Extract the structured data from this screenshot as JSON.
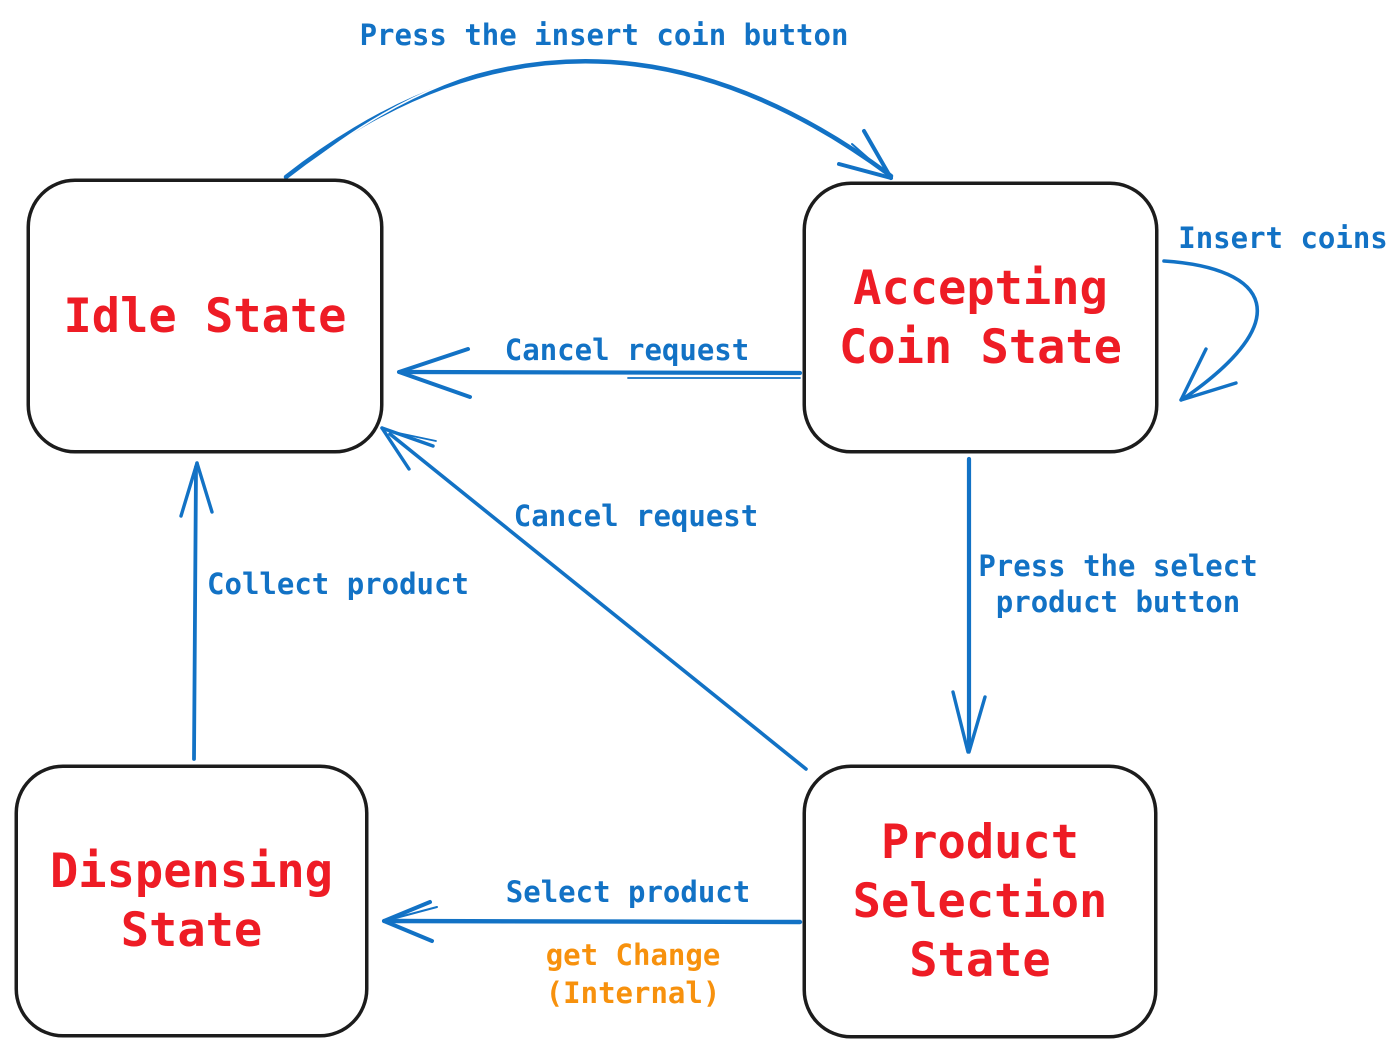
{
  "diagram": {
    "type": "state-machine",
    "subject": "Vending machine states",
    "colors": {
      "state_text": "#ee1c25",
      "transition": "#1272c5",
      "internal_action": "#f7910d",
      "box_border": "#1c1c1c",
      "background": "#ffffff"
    },
    "states": [
      {
        "id": "idle",
        "label": "Idle State",
        "lines": [
          "Idle State"
        ]
      },
      {
        "id": "accepting-coin",
        "label": "Accepting Coin State",
        "lines": [
          "Accepting",
          "Coin State"
        ]
      },
      {
        "id": "dispensing",
        "label": "Dispensing State",
        "lines": [
          "Dispensing",
          "State"
        ]
      },
      {
        "id": "product-selection",
        "label": "Product Selection State",
        "lines": [
          "Product",
          "Selection",
          "State"
        ]
      }
    ],
    "transitions": [
      {
        "id": "press-insert-coin",
        "from": "idle",
        "to": "accepting-coin",
        "label": "Press the insert coin button"
      },
      {
        "id": "insert-coins",
        "from": "accepting-coin",
        "to": "accepting-coin",
        "label": "Insert coins"
      },
      {
        "id": "cancel-from-accepting",
        "from": "accepting-coin",
        "to": "idle",
        "label": "Cancel request"
      },
      {
        "id": "press-select-product",
        "from": "accepting-coin",
        "to": "product-selection",
        "label": "Press the select product button",
        "lines": [
          "Press the select",
          "product button"
        ]
      },
      {
        "id": "cancel-from-product",
        "from": "product-selection",
        "to": "idle",
        "label": "Cancel request"
      },
      {
        "id": "collect-product",
        "from": "dispensing",
        "to": "idle",
        "label": "Collect product"
      },
      {
        "id": "select-product",
        "from": "product-selection",
        "to": "dispensing",
        "label": "Select product",
        "internal_action": "get Change (Internal)",
        "internal_lines": [
          "get Change",
          "(Internal)"
        ]
      }
    ]
  }
}
